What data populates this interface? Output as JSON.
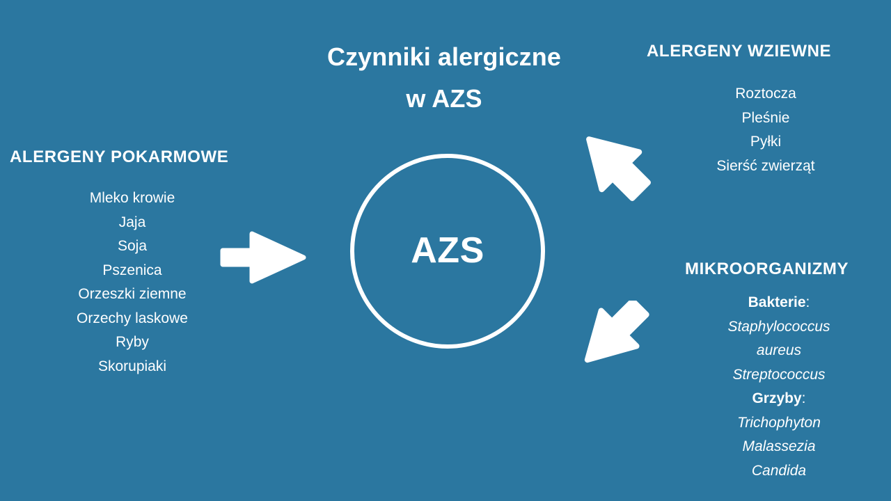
{
  "background_color": "#2b77a0",
  "text_color": "#ffffff",
  "title": {
    "line1": "Czynniki alergiczne",
    "line2": "w AZS"
  },
  "center": {
    "label": "AZS"
  },
  "sections": {
    "food": {
      "heading": "ALERGENY POKARMOWE",
      "items": [
        "Mleko krowie",
        "Jaja",
        "Soja",
        "Pszenica",
        "Orzeszki ziemne",
        "Orzechy laskowe",
        "Ryby",
        "Skorupiaki"
      ]
    },
    "inhalant": {
      "heading": "ALERGENY WZIEWNE",
      "items": [
        "Roztocza",
        "Pleśnie",
        "Pyłki",
        "Sierść zwierząt"
      ]
    },
    "microorganisms": {
      "heading": "MIKROORGANIZMY",
      "items": [
        {
          "text": "Bakterie",
          "style": "label",
          "colon": ":"
        },
        {
          "text": "Staphylococcus",
          "style": "species"
        },
        {
          "text": "aureus",
          "style": "species"
        },
        {
          "text": "Streptococcus",
          "style": "species"
        },
        {
          "text": "Grzyby",
          "style": "label",
          "colon": ":"
        },
        {
          "text": "Trichophyton",
          "style": "species"
        },
        {
          "text": "Malassezia",
          "style": "species"
        },
        {
          "text": "Candida",
          "style": "species"
        }
      ]
    }
  },
  "arrows": [
    {
      "name": "arrow-food-to-center",
      "direction": "right"
    },
    {
      "name": "arrow-inhalant-to-center",
      "direction": "down-left"
    },
    {
      "name": "arrow-microorganisms-to-center",
      "direction": "up-left"
    }
  ]
}
